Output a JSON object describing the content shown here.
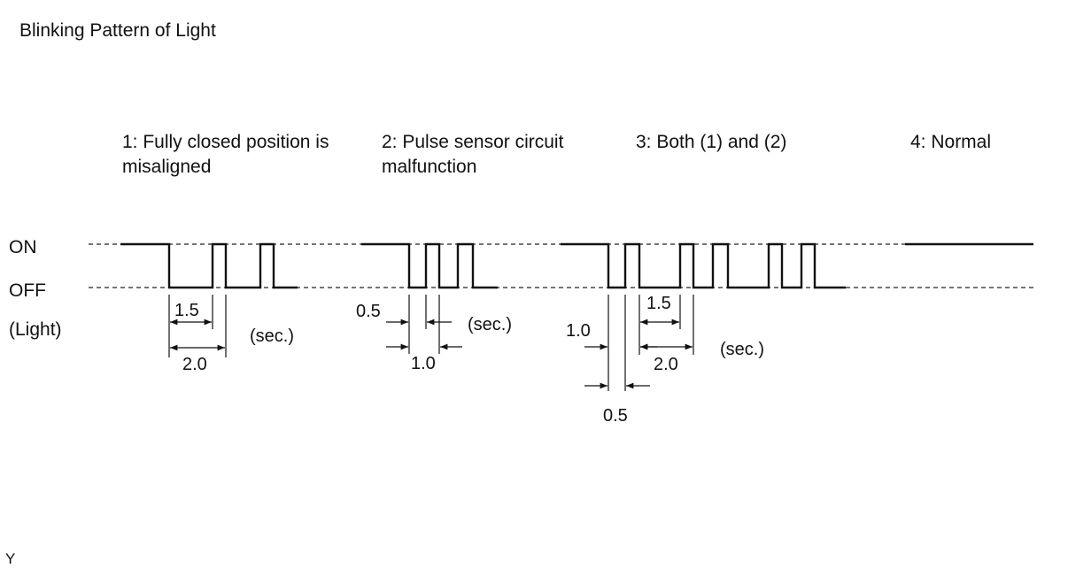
{
  "figure": {
    "title": "Blinking Pattern of Light",
    "corner_mark": "Y",
    "axis_labels": {
      "on": "ON",
      "off": "OFF",
      "light": "(Light)"
    },
    "patterns": [
      {
        "heading_lines": [
          "1: Fully closed position is",
          "misaligned"
        ],
        "dimensions": [
          "1.5",
          "2.0"
        ],
        "unit": "(sec.)"
      },
      {
        "heading_lines": [
          "2: Pulse sensor circuit",
          "malfunction"
        ],
        "dimensions": [
          "0.5",
          "1.0"
        ],
        "unit": "(sec.)"
      },
      {
        "heading_lines": [
          "3: Both (1) and (2)"
        ],
        "dimensions": [
          "1.0",
          "0.5",
          "1.5",
          "2.0"
        ],
        "unit": "(sec.)"
      },
      {
        "heading_lines": [
          "4: Normal"
        ],
        "dimensions": [],
        "unit": ""
      }
    ]
  }
}
